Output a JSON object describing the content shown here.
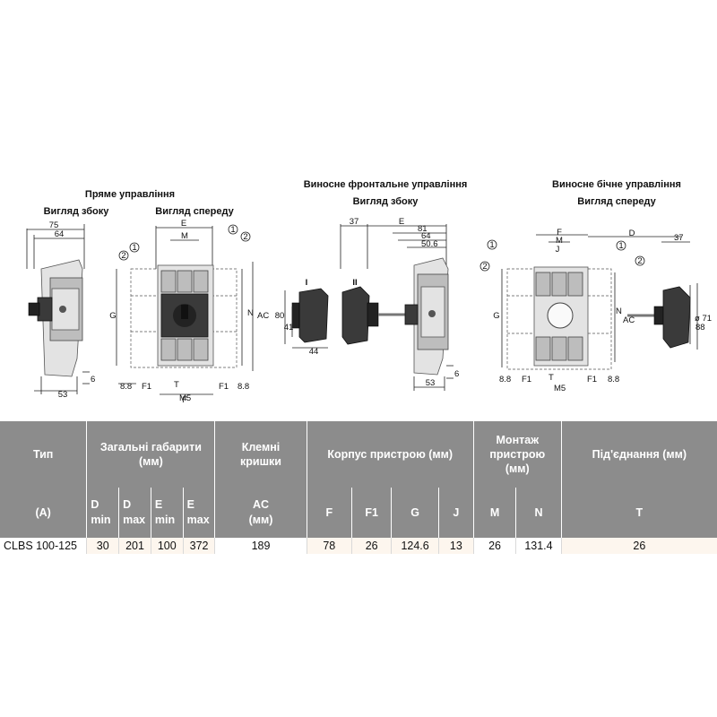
{
  "views": {
    "direct": {
      "title": "Пряме управління",
      "side_label": "Вигляд збоку",
      "front_label": "Вигляд спереду"
    },
    "remote_front": {
      "title": "Виносне фронтальне управління",
      "side_label": "Вигляд збоку"
    },
    "remote_side": {
      "title": "Виносне бічне управління",
      "front_label": "Вигляд спереду"
    }
  },
  "dimension_labels": {
    "d75": "75",
    "d64": "64",
    "d53": "53",
    "d6": "6",
    "E": "E",
    "M": "M",
    "G": "G",
    "N": "N",
    "AC": "AC",
    "F": "F",
    "F1": "F1",
    "T": "T",
    "M5": "M5",
    "d8_8": "8.8",
    "callout1": "1",
    "callout2": "2",
    "rf_37": "37",
    "rf_81": "81",
    "rf_64": "64",
    "rf_50_6": "50.6",
    "rf_80": "80",
    "rf_41": "41",
    "rf_44": "44",
    "rf_I": "I",
    "rf_II": "II",
    "rf_53": "53",
    "rf_6": "6",
    "rs_D": "D",
    "rs_37": "37",
    "rs_J": "J",
    "rs_phi71": "ø 71",
    "rs_88": "88"
  },
  "table": {
    "header_row1": {
      "type": "Тип",
      "overall": "Загальні габарити (мм)",
      "terminal_covers_1": "Клемні",
      "terminal_covers_2": "кришки",
      "housing": "Корпус пристрою (мм)",
      "mount_1": "Монтаж",
      "mount_2": "пристрою",
      "mount_3": "(мм)",
      "connection": "Під'єднання (мм)"
    },
    "header_row2": {
      "type_unit": "(A)",
      "d_min_1": "D",
      "d_min_2": "min",
      "d_max_1": "D",
      "d_max_2": "max",
      "e_min_1": "E",
      "e_min_2": "min",
      "e_max_1": "E",
      "e_max_2": "max",
      "ac_1": "AC",
      "ac_2": "(мм)",
      "f": "F",
      "f1": "F1",
      "g": "G",
      "j": "J",
      "m": "M",
      "n": "N",
      "t": "T"
    },
    "rows": [
      {
        "type": "CLBS 100-125",
        "d_min": "30",
        "d_max": "201",
        "e_min": "100",
        "e_max": "372",
        "ac": "189",
        "f": "78",
        "f1": "26",
        "g": "124.6",
        "j": "13",
        "m": "26",
        "n": "131.4",
        "t": "26"
      }
    ]
  }
}
